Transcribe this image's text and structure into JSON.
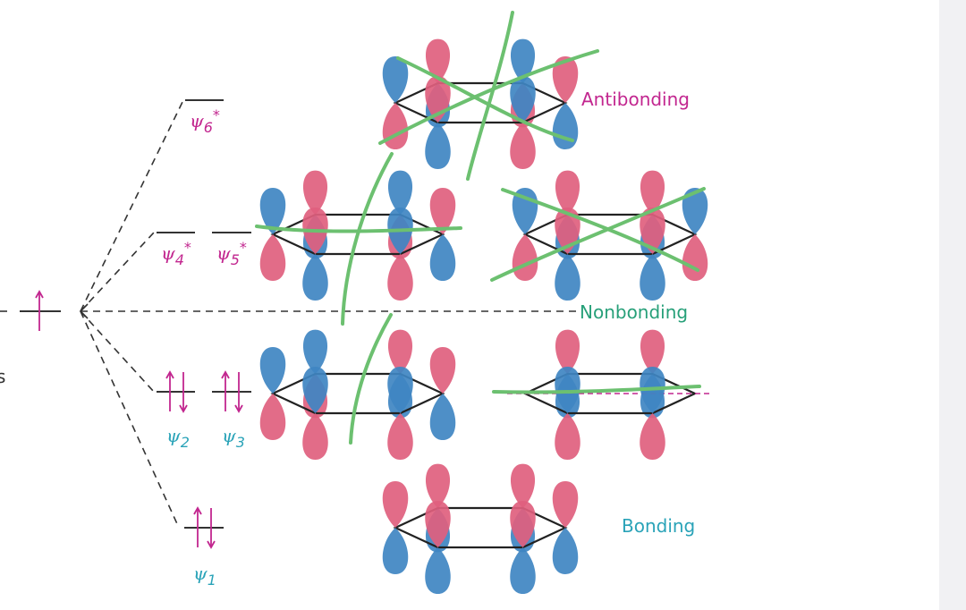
{
  "colors": {
    "magenta": "#c2268f",
    "cyan": "#2aa3b8",
    "red_lobe": "#e0607e",
    "blue_lobe": "#3f86c2",
    "scribble": "#6cc070",
    "line": "#333333"
  },
  "labels": {
    "antibonding": "Antibonding",
    "nonbonding": "Nonbonding",
    "bonding": "Bonding",
    "left_fragment": "s"
  },
  "levels": [
    {
      "symbol": "ψ",
      "sub": "6",
      "star": "*",
      "name": "psi6"
    },
    {
      "symbol": "ψ",
      "sub": "4",
      "star": "*",
      "name": "psi4"
    },
    {
      "symbol": "ψ",
      "sub": "5",
      "star": "*",
      "name": "psi5"
    },
    {
      "symbol": "ψ",
      "sub": "2",
      "star": "",
      "name": "psi2"
    },
    {
      "symbol": "ψ",
      "sub": "3",
      "star": "",
      "name": "psi3"
    },
    {
      "symbol": "ψ",
      "sub": "1",
      "star": "",
      "name": "psi1"
    }
  ]
}
